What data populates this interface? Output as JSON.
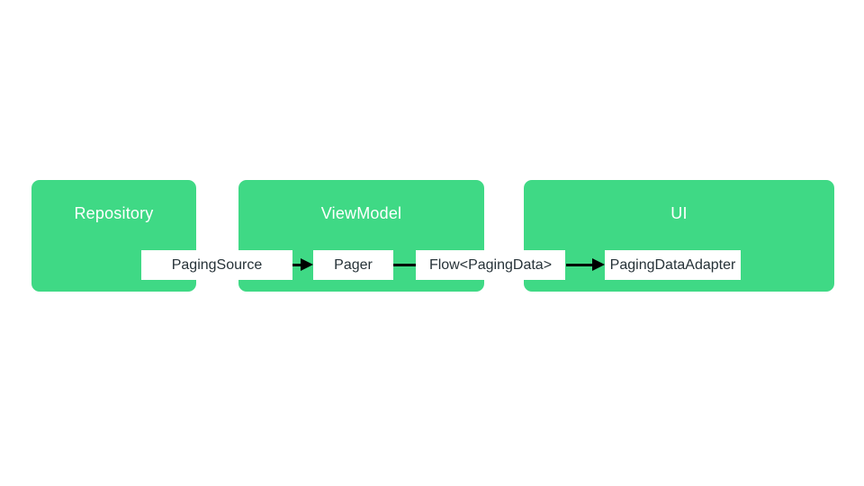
{
  "colors": {
    "background": "#ffffff",
    "layer_fill": "#3fd985",
    "layer_title_text": "#ffffff",
    "node_fill": "#ffffff",
    "node_text": "#263238",
    "connector": "#000000"
  },
  "diagram": {
    "layers": [
      {
        "id": "repository",
        "label": "Repository"
      },
      {
        "id": "viewmodel",
        "label": "ViewModel"
      },
      {
        "id": "ui",
        "label": "UI"
      }
    ],
    "nodes": [
      {
        "id": "paging-source",
        "label": "PagingSource"
      },
      {
        "id": "pager",
        "label": "Pager"
      },
      {
        "id": "flow-paging-data",
        "label": "Flow<PagingData>"
      },
      {
        "id": "paging-data-adapter",
        "label": "PagingDataAdapter"
      }
    ],
    "edges": [
      {
        "from": "paging-source",
        "to": "pager",
        "arrowhead": true
      },
      {
        "from": "pager",
        "to": "flow-paging-data",
        "arrowhead": false
      },
      {
        "from": "flow-paging-data",
        "to": "paging-data-adapter",
        "arrowhead": true
      }
    ]
  }
}
